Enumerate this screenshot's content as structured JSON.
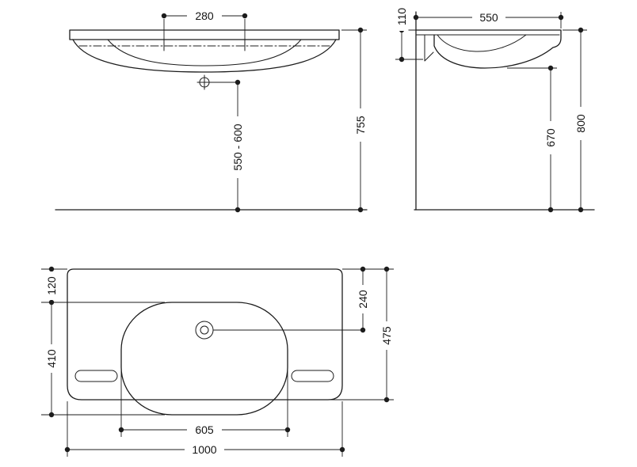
{
  "drawing": {
    "front_view": {
      "tap_hole_spacing": "280",
      "drain_outlet_height": "550 - 600",
      "overall_height": "755"
    },
    "side_view": {
      "fixing_height": "110",
      "overall_depth": "550",
      "underside_clearance": "670",
      "rim_height": "800"
    },
    "plan_view": {
      "rear_edge_to_bowl": "120",
      "bowl_depth": "410",
      "rear_edge_to_tap_center": "240",
      "overall_depth": "475",
      "bowl_width": "605",
      "overall_width": "1000"
    }
  }
}
